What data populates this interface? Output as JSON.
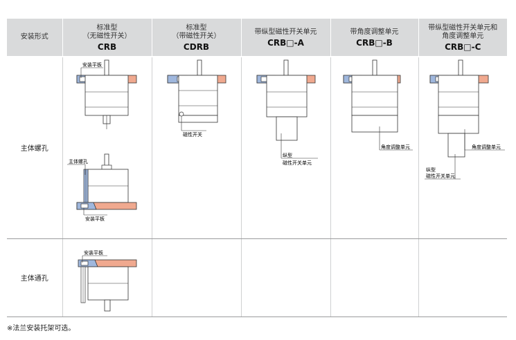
{
  "table": {
    "header": {
      "mount": "安装形式",
      "col1_line1": "标准型",
      "col1_line2": "（无磁性开关）",
      "col1_code": "CRB",
      "col2_line1": "标准型",
      "col2_line2": "（带磁性开关）",
      "col2_code": "CDRB",
      "col3_line1": "带纵型磁性开关单元",
      "col3_code": "CRB□-A",
      "col4_line1": "带角度调整单元",
      "col4_code": "CRB□-B",
      "col5_line1": "带纵型磁性开关单元和",
      "col5_line2": "角度调整单元",
      "col5_code": "CRB□-C"
    },
    "rows": {
      "row1_label": "主体螺孔",
      "row2_label": "主体通孔"
    }
  },
  "callouts": {
    "mount_plate": "安装平板",
    "body_screw": "主体螺孔",
    "mag_switch": "磁性开关",
    "vertical": "纵型",
    "vertical_switch_unit": "磁性开关单元",
    "vertical_switch_unit_a": "磁性开关单元",
    "angle_unit": "角度调整单元"
  },
  "footnote": "※法兰安装托架可选。",
  "colors": {
    "flange": "#f0a98f",
    "bracket": "#9fb7dd",
    "body": "#ffffff",
    "header_bg": "#d9dadb"
  }
}
